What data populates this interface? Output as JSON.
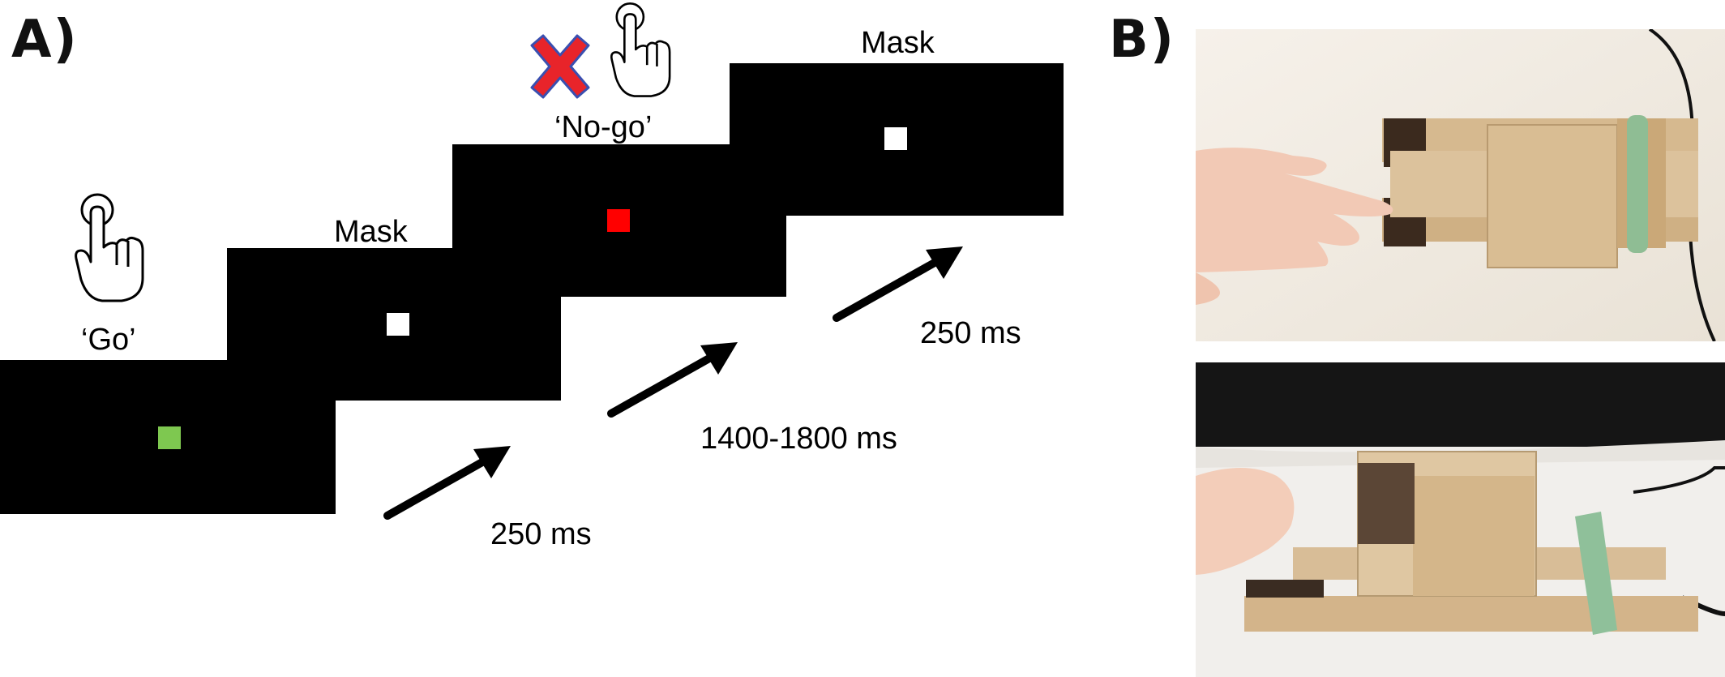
{
  "panels": {
    "a_label": "A)",
    "b_label": "B)"
  },
  "trial": {
    "go_label": "‘Go’",
    "nogo_label": "‘No-go’",
    "mask_label_1": "Mask",
    "mask_label_2": "Mask",
    "durations": [
      "250 ms",
      "1400-1800 ms",
      "250 ms"
    ]
  },
  "colors": {
    "screen": "#000000",
    "go_stimulus": "#7ec850",
    "nogo_stimulus": "#ff0000",
    "mask_stimulus": "#ffffff",
    "cross": "#e8242a",
    "cross_outline": "#3a4fb0"
  },
  "icons": [
    "pointing-hand-icon",
    "cross-icon"
  ]
}
